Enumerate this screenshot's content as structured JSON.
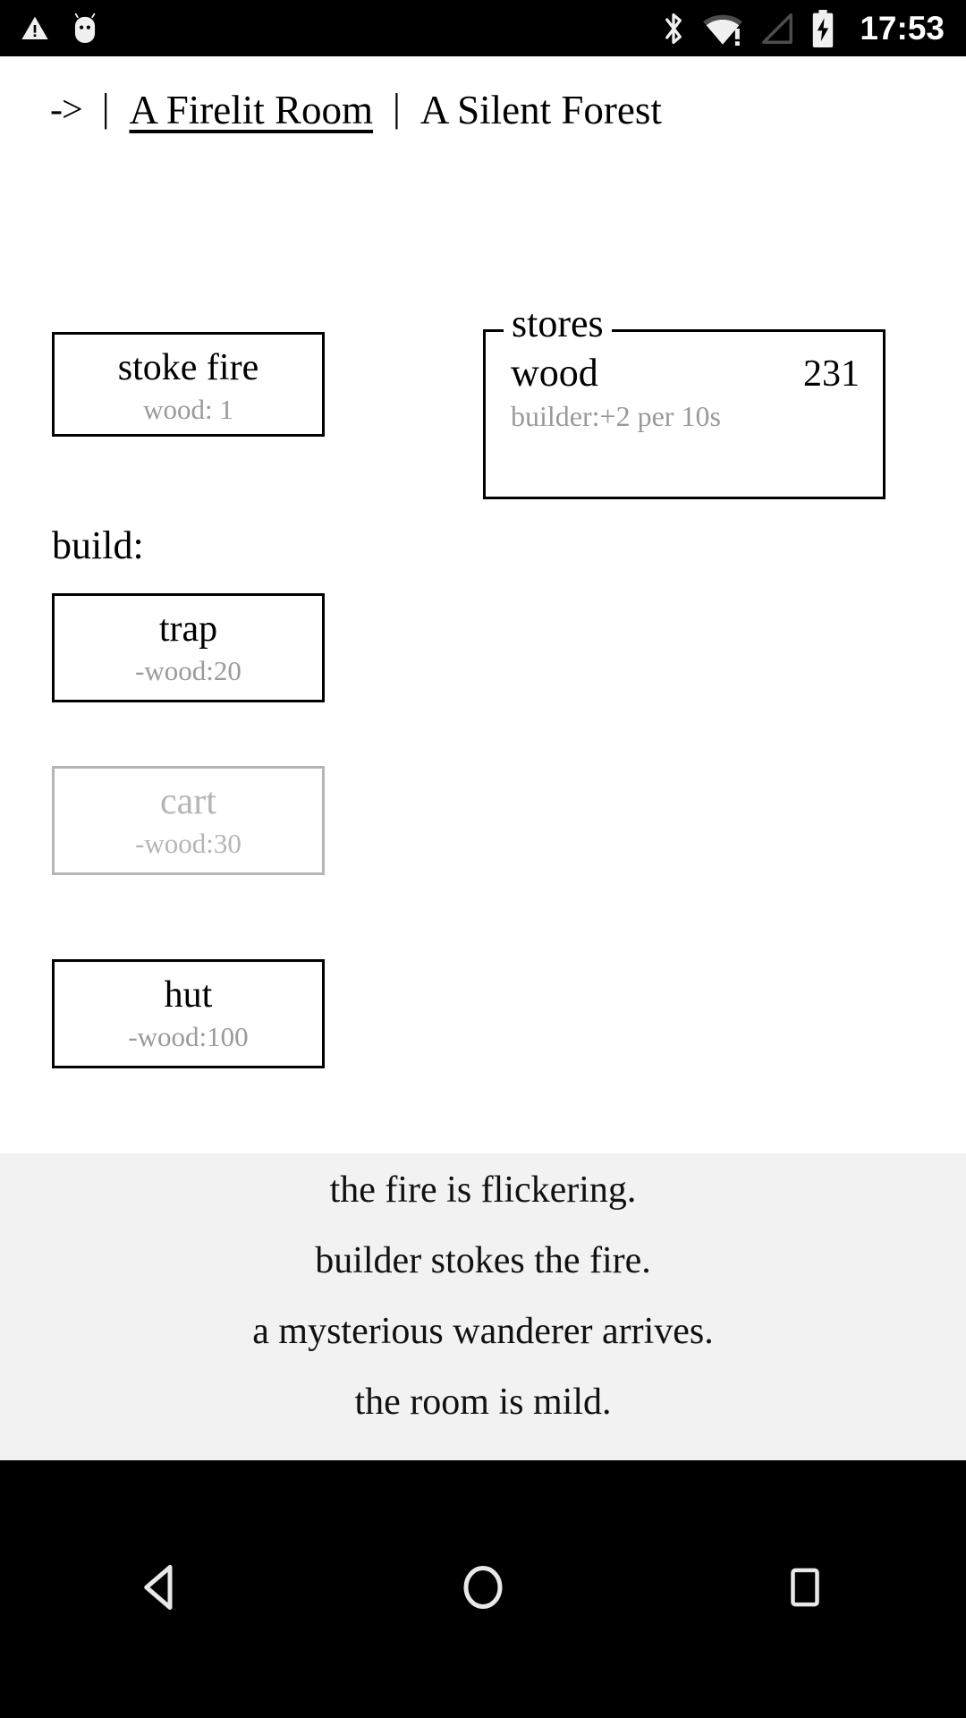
{
  "statusbar": {
    "clock": "17:53",
    "icons": [
      "warning-triangle-icon",
      "android-bugdroid-icon",
      "bluetooth-icon",
      "wifi-alert-icon",
      "cell-signal-icon",
      "battery-charging-icon"
    ]
  },
  "header": {
    "back_arrow": "->",
    "separator": "|",
    "tabs": [
      {
        "label": "A Firelit Room",
        "active": true
      },
      {
        "label": "A Silent Forest",
        "active": false
      }
    ]
  },
  "main": {
    "stoke_fire": {
      "title": "stoke fire",
      "cost": "wood: 1",
      "disabled": false
    },
    "build_label": "build:",
    "build_buttons": [
      {
        "title": "trap",
        "cost": "-wood:20",
        "disabled": false
      },
      {
        "title": "cart",
        "cost": "-wood:30",
        "disabled": true
      },
      {
        "title": "hut",
        "cost": "-wood:100",
        "disabled": false
      }
    ],
    "stores": {
      "legend": "stores",
      "rows": [
        {
          "name": "wood",
          "value": "231",
          "note": "builder:+2 per 10s"
        }
      ]
    }
  },
  "notifications": {
    "messages": [
      "the fire is flickering.",
      "builder stokes the fire.",
      "a mysterious wanderer arrives.",
      "the room is mild."
    ],
    "background": "#f2f2f2"
  },
  "navbar": {
    "buttons": [
      "back-icon",
      "home-icon",
      "recents-icon"
    ]
  },
  "colors": {
    "page_background": "#ffffff",
    "text": "#000000",
    "muted_text": "#9a9a9a",
    "disabled": "#b5b5b5",
    "log_background": "#f2f2f2",
    "system_bar": "#000000"
  }
}
